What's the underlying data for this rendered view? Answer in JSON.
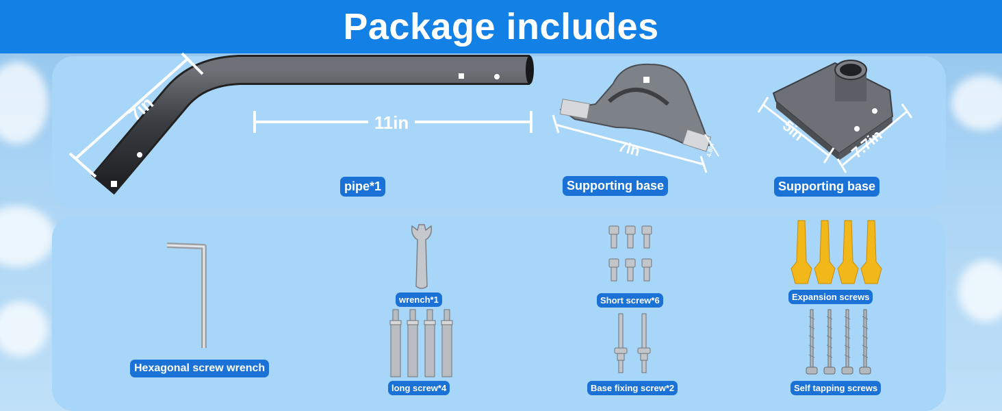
{
  "header": {
    "title": "Package includes"
  },
  "top_items": {
    "pipe": {
      "label": "pipe*1",
      "dim_angled": "7in",
      "dim_straight": "11in"
    },
    "base1": {
      "label": "Supporting base",
      "dim_length": "7in",
      "dim_height": "4.8in"
    },
    "base2": {
      "label": "Supporting base",
      "dim_width": "5in",
      "dim_length": "7.7in"
    }
  },
  "bottom_items": {
    "hex_wrench": {
      "label": "Hexagonal screw wrench"
    },
    "wrench": {
      "label": "wrench*1"
    },
    "long_screw": {
      "label": "long screw*4"
    },
    "short_screw": {
      "label": "Short screw*6"
    },
    "base_fixing_screw": {
      "label": "Base fixing screw*2"
    },
    "expansion_screws": {
      "label": "Expansion screws"
    },
    "self_tapping_screws": {
      "label": "Self tapping screws"
    }
  },
  "colors": {
    "banner": "#1380e6",
    "label": "#1a72d6",
    "panel": "#a8d6f8"
  }
}
